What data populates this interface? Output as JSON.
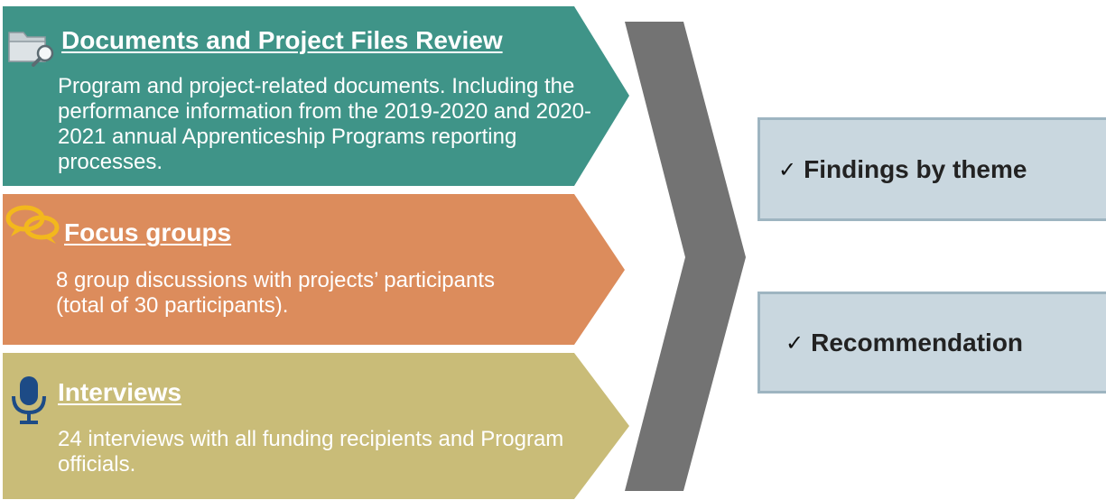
{
  "sources": [
    {
      "id": "documents",
      "title": "Documents and Project Files Review",
      "description": "Program and project-related documents. Including the performance information from the 2019-2020 and 2020-2021 annual Apprenticeship Programs reporting processes.",
      "color": "#3f9488",
      "icon": "folder-search-icon"
    },
    {
      "id": "focus-groups",
      "title": "Focus groups",
      "description": "8 group discussions with projects’ participants (total of 30 participants).",
      "color": "#dc8c5c",
      "icon": "chat-bubbles-icon"
    },
    {
      "id": "interviews",
      "title": "Interviews",
      "description": "24 interviews with all funding recipients and Program officials.",
      "color": "#c9bc78",
      "icon": "microphone-icon"
    }
  ],
  "outputs": [
    {
      "check": "✓",
      "label": "Findings by theme"
    },
    {
      "check": "✓",
      "label": "Recommendation"
    }
  ],
  "colors": {
    "arrow": "#737373",
    "output_box_fill": "#c9d7df",
    "output_box_border": "#9eb5c1",
    "chat_icon": "#f3b81d",
    "microphone_icon": "#1d4b86"
  }
}
